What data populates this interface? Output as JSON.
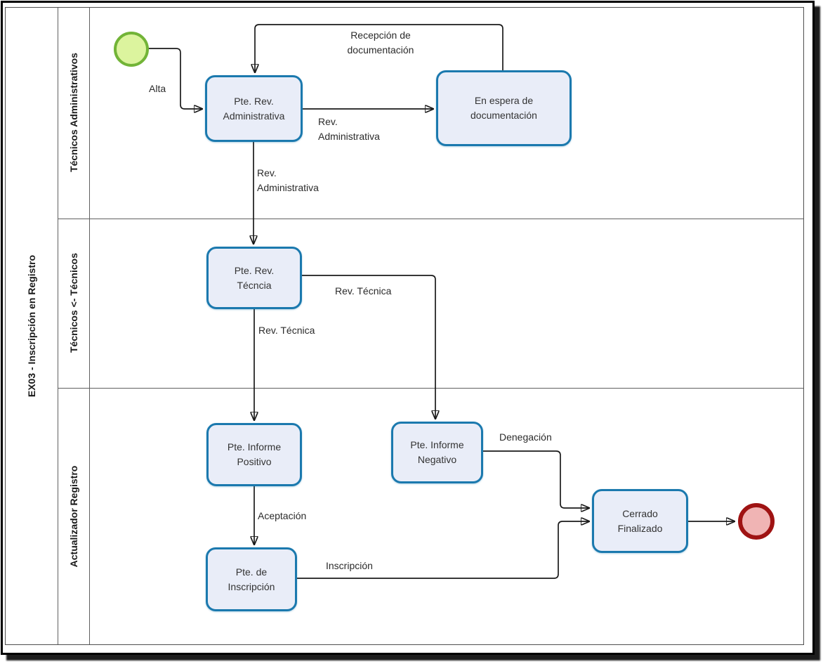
{
  "pool": {
    "title": "EX03 - Inscripción en Registro",
    "lanes": [
      {
        "label": "Técnicos Administrativos"
      },
      {
        "label": "Técnicos <- Técnicos"
      },
      {
        "label": "Actualizador Registro"
      }
    ]
  },
  "nodes": {
    "pte_rev_administrativa": {
      "label": "Pte. Rev.\nAdministrativa"
    },
    "en_espera_de_documentacion": {
      "label": "En espera de\ndocumentación"
    },
    "pte_rev_tecnica": {
      "label": "Pte. Rev.\nTécncia"
    },
    "pte_informe_positivo": {
      "label": "Pte. Informe\nPositivo"
    },
    "pte_informe_negativo": {
      "label": "Pte. Informe\nNegativo"
    },
    "pte_de_inscripcion": {
      "label": "Pte. de\nInscripción"
    },
    "cerrado_finalizado": {
      "label": "Cerrado\nFinalizado"
    }
  },
  "edges": {
    "alta": {
      "label": "Alta"
    },
    "rev_administrativa": {
      "label": "Rev.\nAdministrativa"
    },
    "recepcion_de_documentacion": {
      "label": "Recepción de\ndocumentación"
    },
    "rev_administrativa_bajada": {
      "label": "Rev.\nAdministrativa"
    },
    "rev_tecnica_derecha": {
      "label": "Rev. Técnica"
    },
    "rev_tecnica_bajada": {
      "label": "Rev. Técnica"
    },
    "aceptacion": {
      "label": "Aceptación"
    },
    "denegacion": {
      "label": "Denegación"
    },
    "inscripcion": {
      "label": "Inscripción"
    }
  },
  "colors": {
    "task_fill": "#e9edf8",
    "task_border": "#1b79ae",
    "start_event_fill": "#dcf49e",
    "start_event_border": "#72b437",
    "end_event_fill": "#f0b4b4",
    "end_event_border": "#9f1313",
    "flow_line": "#1a1a1a",
    "lane_line": "#606060"
  }
}
